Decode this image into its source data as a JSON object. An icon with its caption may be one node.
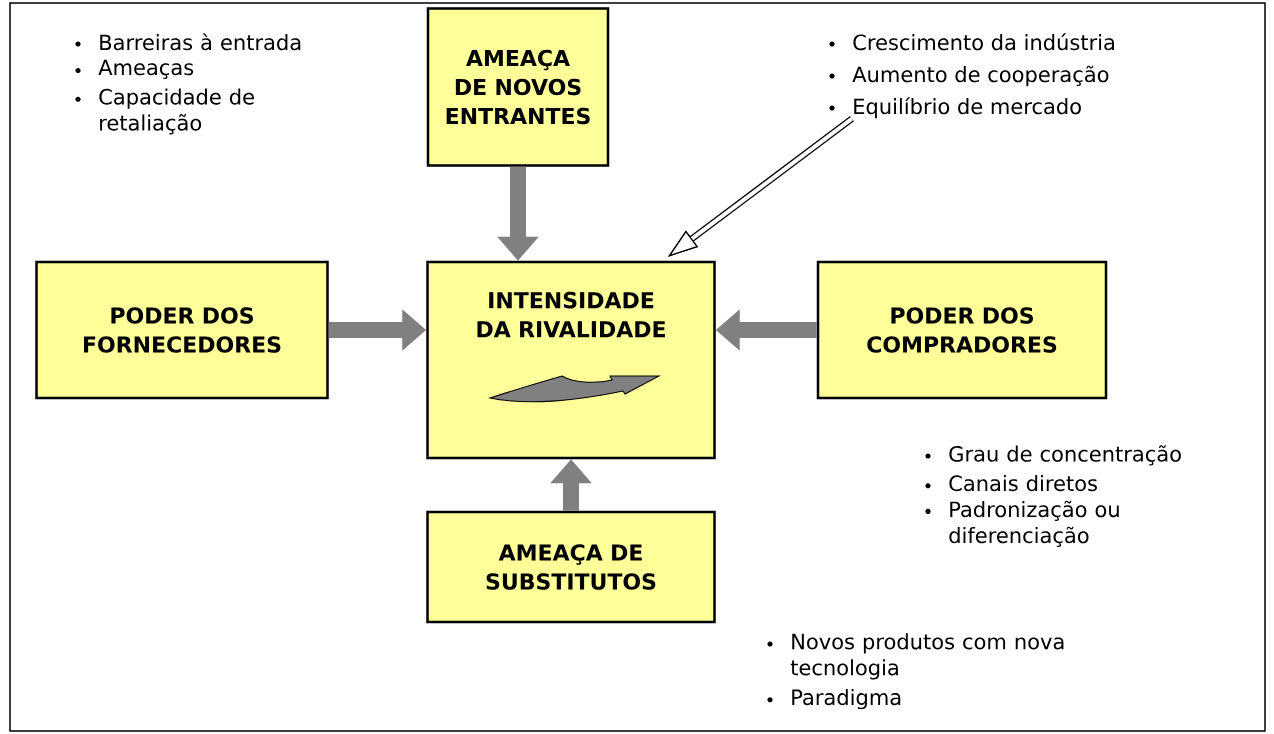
{
  "diagram": {
    "nodes": [
      {
        "text": [
          "AMEAÇA DE NOVOS ENTRANTES"
        ],
        "beside": [
          "Barreiras à entrada",
          "Ameaças",
          "Capacidade de retaliação"
        ]
      },
      {
        "text": [
          "PODER DOS FORNECEDORES"
        ]
      },
      {
        "text": [
          "INTENSIDADE DA RIVALIDADE"
        ]
      },
      {
        "text": [
          "PODER DOS COMPRADORES"
        ],
        "beside": [
          "Grau de concentração",
          "Canais diretos",
          "Padronização ou diferenciação"
        ]
      },
      {
        "text": [
          "AMEAÇA DE SUBSTITUTOS"
        ],
        "beside": [
          "Novos produtos com nova tecnologia",
          "Paradigma"
        ]
      },
      {
        "text": [
          "Crescimento da indústria",
          "Aumento de cooperação",
          "Equilíbrio de mercado"
        ]
      }
    ],
    "edges": [
      {
        "from": 0,
        "to": 2,
        "arrow": "to"
      },
      {
        "from": 1,
        "to": 2,
        "arrow": "to"
      },
      {
        "from": 3,
        "to": 2,
        "arrow": "to"
      },
      {
        "from": 4,
        "to": 2,
        "arrow": "to"
      },
      {
        "from": 5,
        "to": 2,
        "arrow": "to",
        "color": "#000000"
      }
    ]
  }
}
